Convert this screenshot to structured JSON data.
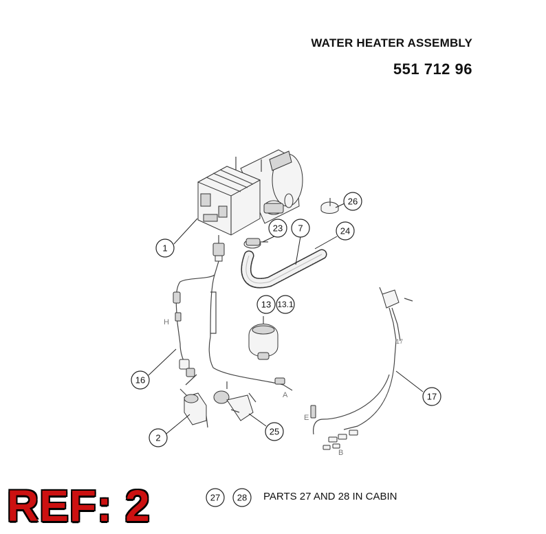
{
  "header": {
    "title": "WATER HEATER ASSEMBLY",
    "part_number": "551 712 96"
  },
  "callouts": [
    {
      "id": "c1",
      "label": "1"
    },
    {
      "id": "c2",
      "label": "2"
    },
    {
      "id": "c7",
      "label": "7"
    },
    {
      "id": "c13",
      "label": "13"
    },
    {
      "id": "c13_1",
      "label": "13.1"
    },
    {
      "id": "c16",
      "label": "16"
    },
    {
      "id": "c17",
      "label": "17"
    },
    {
      "id": "c23",
      "label": "23"
    },
    {
      "id": "c24",
      "label": "24"
    },
    {
      "id": "c25",
      "label": "25"
    },
    {
      "id": "c26",
      "label": "26"
    }
  ],
  "wire_letters": {
    "A": "A",
    "B": "B",
    "E": "E",
    "H": "H",
    "seventeen": "17"
  },
  "footer": {
    "cabin_callouts": [
      "27",
      "28"
    ],
    "cabin_note": "PARTS 27 AND 28 IN CABIN",
    "ref_label": "REF: 2"
  }
}
